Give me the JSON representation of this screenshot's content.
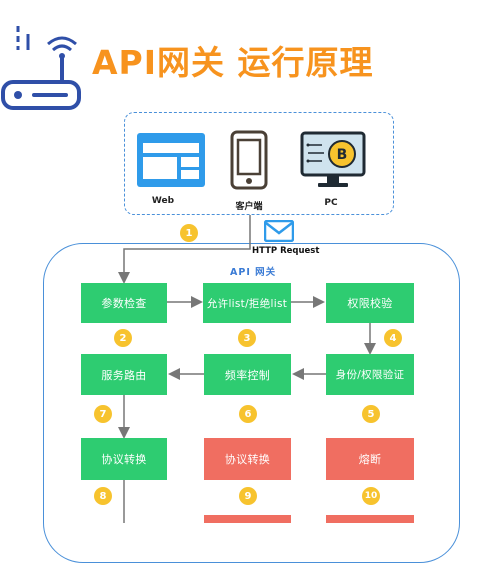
{
  "header": {
    "title": "API网关 运行原理"
  },
  "clients": [
    {
      "label": "Web",
      "icon": "web-browser-icon"
    },
    {
      "label": "客户端",
      "icon": "mobile-phone-icon"
    },
    {
      "label": "PC",
      "icon": "pc-bitcoin-monitor-icon"
    }
  ],
  "request": {
    "label": "HTTP Request",
    "icon": "envelope-icon",
    "step": "1"
  },
  "gateway": {
    "label": "API 网关"
  },
  "nodes": {
    "param_check": {
      "label": "参数检查",
      "step": "2"
    },
    "allow_deny": {
      "label": "允许list/拒绝list",
      "step": "3"
    },
    "permission": {
      "label": "权限校验",
      "step": "4"
    },
    "identity": {
      "label": "身份/权限验证",
      "step": "5"
    },
    "rate_control": {
      "label": "频率控制",
      "step": "6"
    },
    "routing": {
      "label": "服务路由",
      "step": "7"
    },
    "protocol_ok": {
      "label": "协议转换",
      "step": "8"
    },
    "protocol_fail": {
      "label": "协议转换",
      "step": "9"
    },
    "circuit_break": {
      "label": "熔断",
      "step": "10"
    }
  },
  "colors": {
    "title": "#f7931e",
    "success_node": "#2ecc71",
    "failure_node": "#f06e61",
    "badge": "#f7c32e",
    "dashed_border": "#4a90d9",
    "router_icon": "#2f4fa8"
  }
}
